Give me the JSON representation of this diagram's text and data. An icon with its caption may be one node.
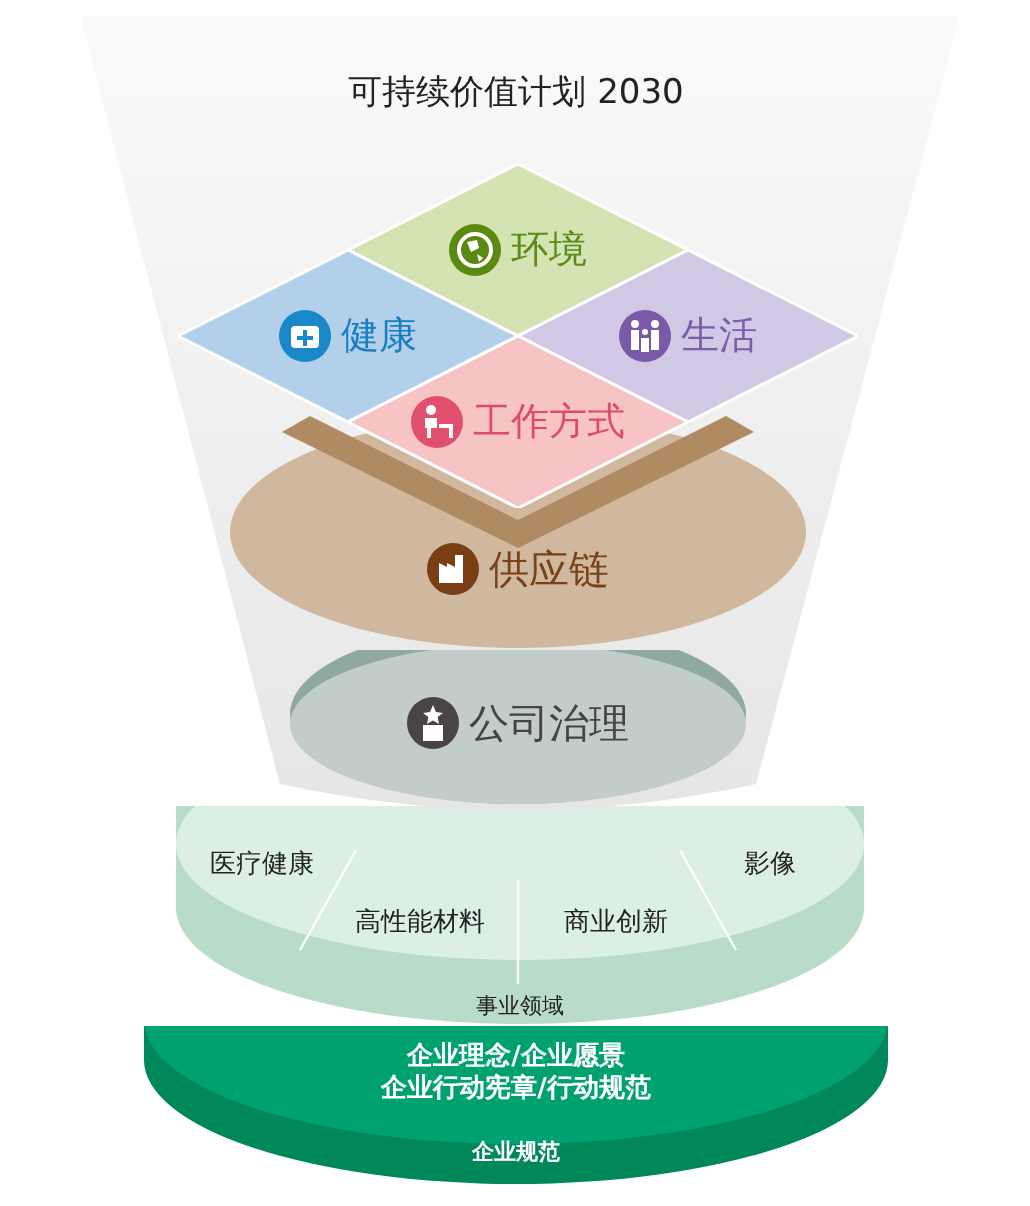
{
  "diagram": {
    "title": "可持续价值计划 2030",
    "nodes": [
      {
        "text": [
          "环境"
        ]
      },
      {
        "text": [
          "健康"
        ]
      },
      {
        "text": [
          "生活"
        ]
      },
      {
        "text": [
          "工作方式"
        ]
      },
      {
        "text": [
          "供应链"
        ]
      },
      {
        "text": [
          "公司治理"
        ]
      },
      {
        "text": [
          "事业领域"
        ]
      },
      {
        "text": [
          "医疗健康"
        ],
        "in": 6
      },
      {
        "text": [
          "高性能材料"
        ],
        "in": 6
      },
      {
        "text": [
          "商业创新"
        ],
        "in": 6
      },
      {
        "text": [
          "影像"
        ],
        "in": 6
      },
      {
        "text": [
          "企业理念/企业愿景",
          "企业行动宪章/行动规范",
          "企业规范"
        ]
      }
    ]
  }
}
